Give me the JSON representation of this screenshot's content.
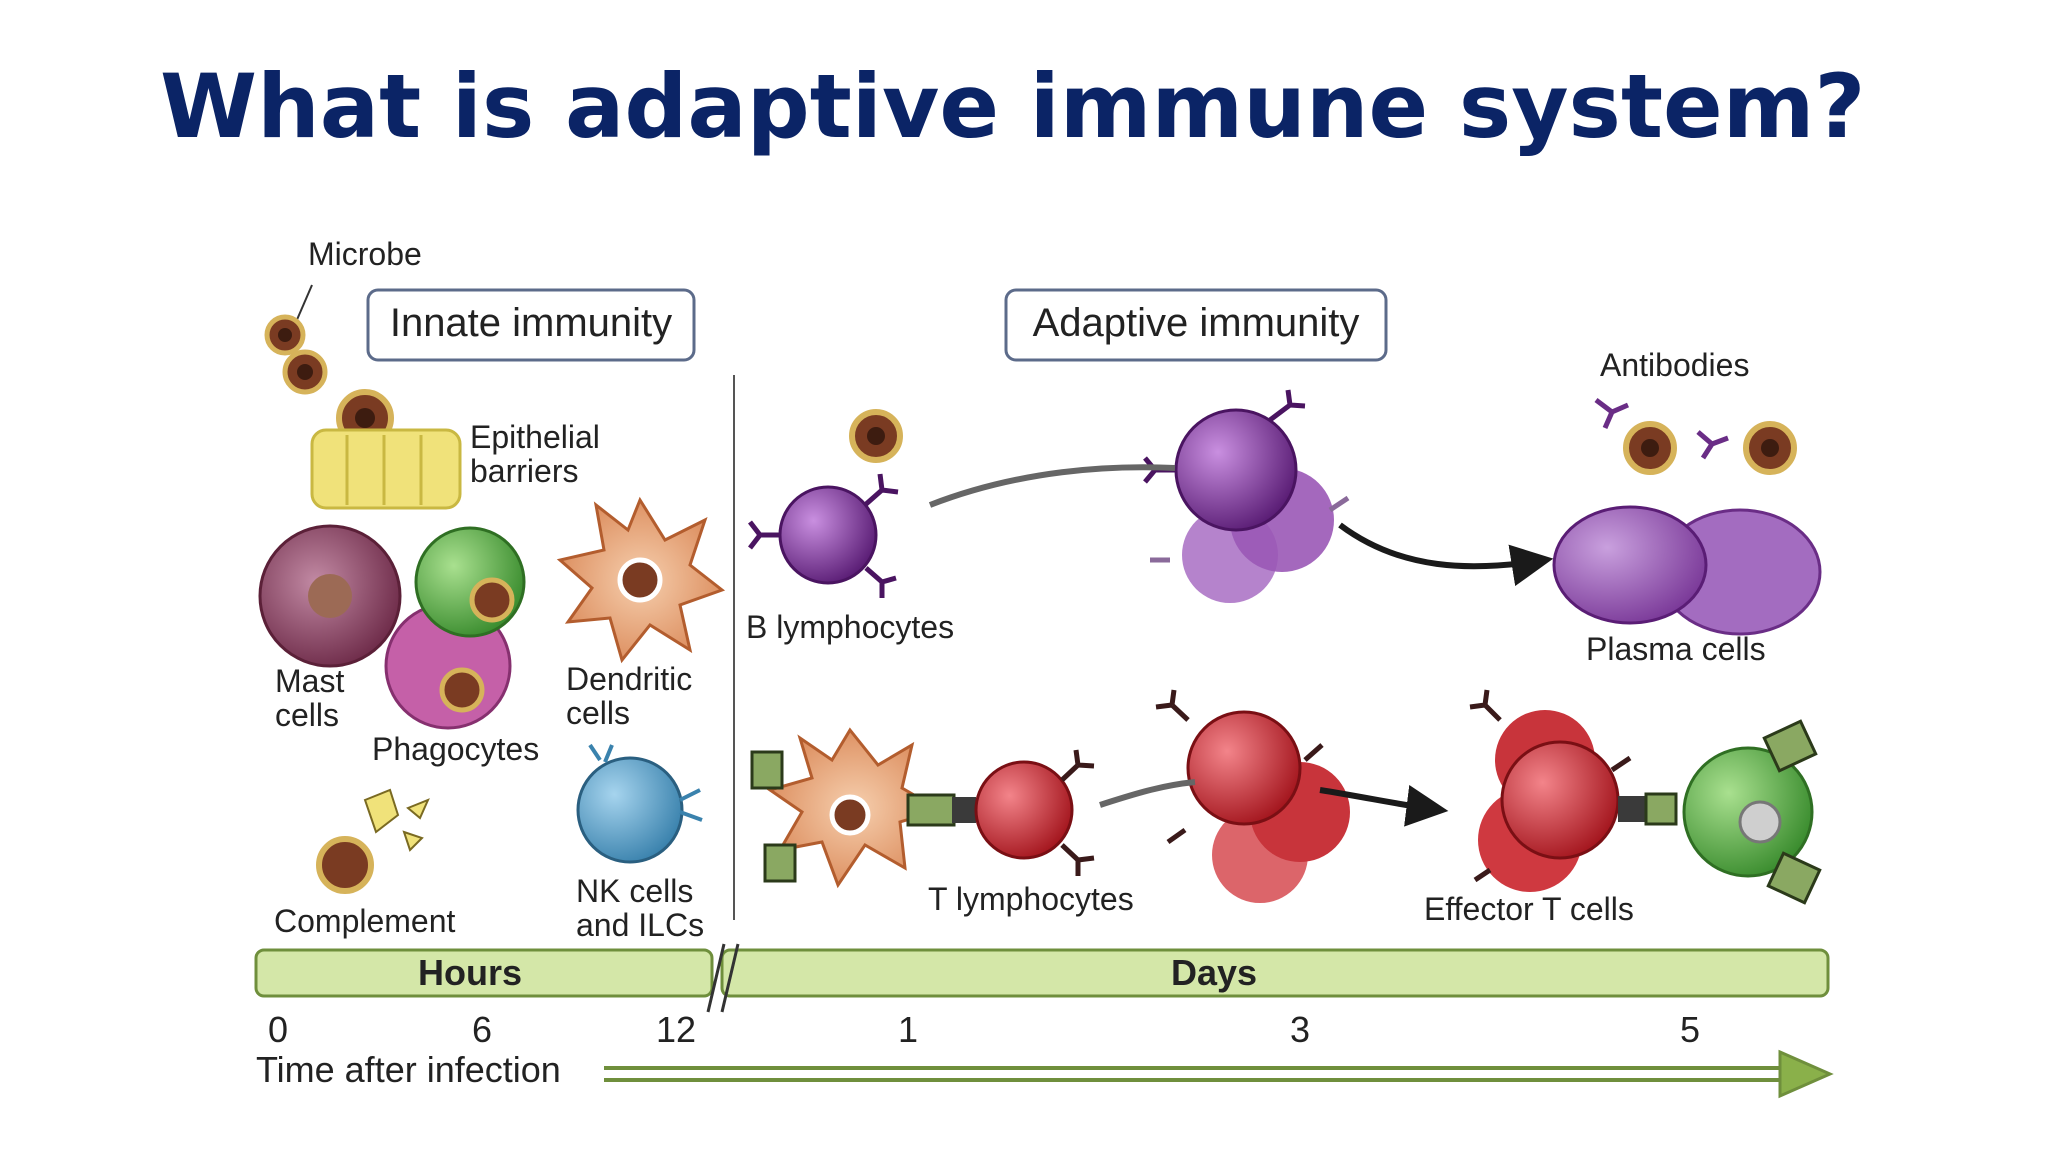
{
  "slide": {
    "title": "What is adaptive immune system?"
  },
  "figure": {
    "headers": {
      "innate": "Innate immunity",
      "adaptive": "Adaptive immunity"
    },
    "labels": {
      "microbe": "Microbe",
      "epithelial_line1": "Epithelial",
      "epithelial_line2": "barriers",
      "mast_line1": "Mast",
      "mast_line2": "cells",
      "phagocytes": "Phagocytes",
      "dendritic_line1": "Dendritic",
      "dendritic_line2": "cells",
      "complement": "Complement",
      "nk_line1": "NK cells",
      "nk_line2": "and ILCs",
      "b_lymphocytes": "B lymphocytes",
      "antibodies": "Antibodies",
      "plasma_cells": "Plasma cells",
      "t_lymphocytes": "T lymphocytes",
      "effector_t_cells": "Effector T cells"
    },
    "timeline": {
      "hours_label": "Hours",
      "days_label": "Days",
      "ticks": [
        "0",
        "6",
        "12",
        "1",
        "3",
        "5"
      ],
      "axis_label": "Time after infection"
    },
    "colors": {
      "title": "#0b2466",
      "bar_fill": "#d4e7a8",
      "bar_stroke": "#6f8f3c",
      "b_cell": "#7a2d96",
      "plasma_cell": "#9146a9",
      "t_cell": "#c8242b",
      "dendritic": "#e6a373",
      "mast": "#8e3f5f",
      "phagocyte_green": "#4aa83c",
      "nk": "#4f9ac4",
      "epithelial": "#f0e27a",
      "microbe": "#6b2a1c"
    }
  }
}
